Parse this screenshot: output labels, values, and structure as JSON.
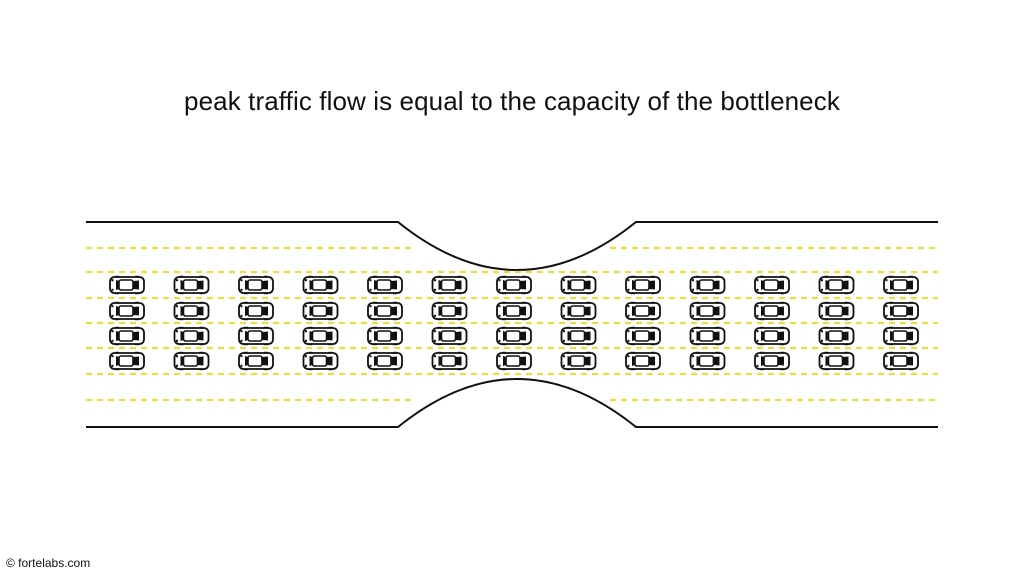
{
  "title": "peak traffic flow is equal to the capacity of the bottleneck",
  "credit": "© fortelabs.com",
  "colors": {
    "road_edge": "#111111",
    "lane_marking": "#e8e03a",
    "car_outline": "#111111",
    "car_fill": "#ffffff",
    "background": "#ffffff"
  },
  "traffic": {
    "car_columns": 13,
    "car_rows": 4
  }
}
